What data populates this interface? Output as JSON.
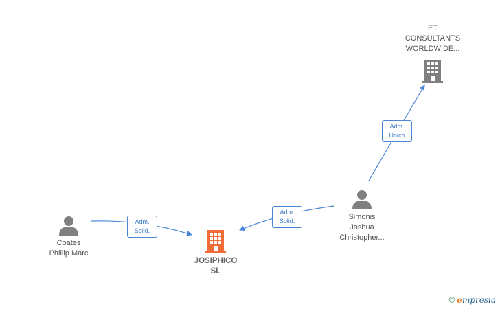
{
  "colors": {
    "edge": "#4a86d6",
    "person_icon": "#808080",
    "company_icon": "#808080",
    "focus_company_icon": "#f26c3a"
  },
  "nodes": {
    "et_consultants": {
      "lines": [
        "ET",
        "CONSULTANTS",
        "WORLDWIDE..."
      ],
      "icon": "building-icon"
    },
    "josiphico": {
      "lines": [
        "JOSIPHICO",
        "SL"
      ],
      "icon": "building-icon"
    },
    "coates": {
      "lines": [
        "Coates",
        "Phillip Marc"
      ],
      "icon": "person-icon"
    },
    "simonis": {
      "lines": [
        "Simonis",
        "Joshua",
        "Christopher..."
      ],
      "icon": "person-icon"
    }
  },
  "edges": {
    "coates_josiphico": {
      "lines": [
        "Adm.",
        "Solid."
      ]
    },
    "simonis_josiphico": {
      "lines": [
        "Adm.",
        "Solid."
      ]
    },
    "simonis_et": {
      "lines": [
        "Adm.",
        "Unico"
      ]
    }
  },
  "watermark": {
    "symbol": "©",
    "brand_initial": "e",
    "brand_rest": "mpresia"
  }
}
